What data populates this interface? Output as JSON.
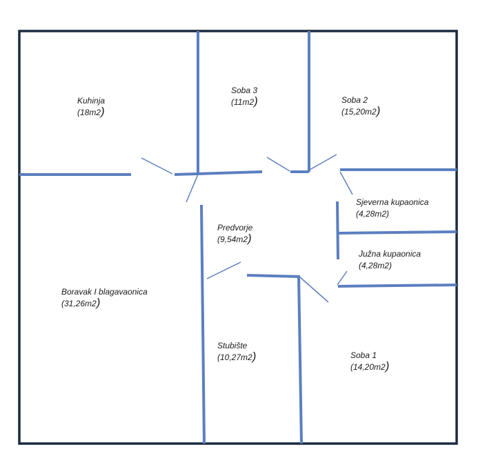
{
  "colors": {
    "outer_wall": "#1b2a3f",
    "inner_wall": "#5b7fc0",
    "door_swing": "#5b7fc0",
    "text": "#1a1a1a"
  },
  "rooms": [
    {
      "id": "kuhinja",
      "name": "Kuhinja",
      "area": "(18m2",
      "close": ")"
    },
    {
      "id": "soba-3",
      "name": "Soba 3",
      "area": "(11m2",
      "close": ")"
    },
    {
      "id": "soba-2",
      "name": "Soba 2",
      "area": "(15,20m2",
      "close": ")"
    },
    {
      "id": "sjeverna-kupaonica",
      "name": "Sjeverna kupaonica",
      "area": "(4,28m2)",
      "close": ""
    },
    {
      "id": "predvorje",
      "name": "Predvorje",
      "area": "(9,54m2",
      "close": ")"
    },
    {
      "id": "juzna-kupaonica",
      "name": "Južna kupaonica",
      "area": "(4,28m2)",
      "close": ""
    },
    {
      "id": "boravak",
      "name": "Boravak I blagavaonica",
      "area": "(31,26m2",
      "close": ")"
    },
    {
      "id": "stubiste",
      "name": "Stubište",
      "area": "(10,27m2",
      "close": ")"
    },
    {
      "id": "soba-1",
      "name": "Soba 1",
      "area": "(14,20m2",
      "close": ")"
    }
  ]
}
